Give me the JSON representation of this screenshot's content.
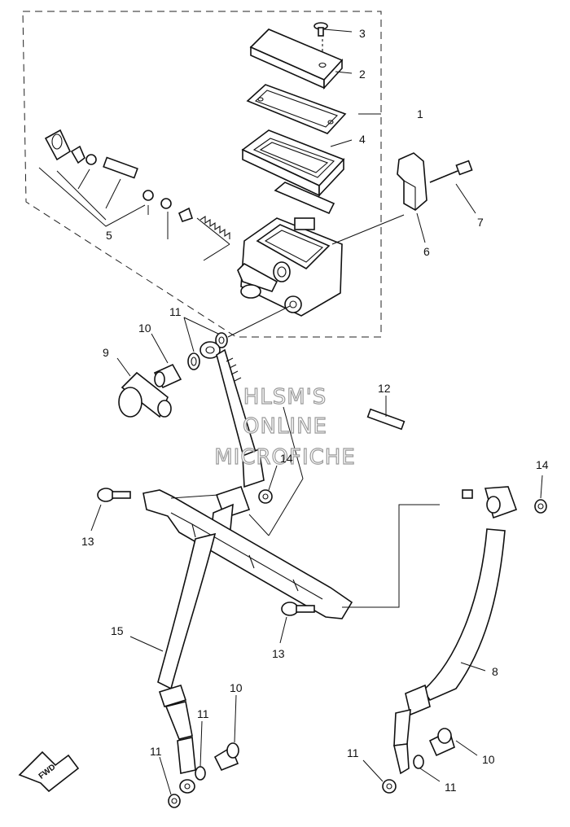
{
  "diagram": {
    "labels": {
      "p1": "1",
      "p2": "2",
      "p3": "3",
      "p4": "4",
      "p5": "5",
      "p6": "6",
      "p7": "7",
      "p8": "8",
      "p9": "9",
      "p10a": "10",
      "p10b": "10",
      "p10c": "10",
      "p11a": "11",
      "p11b": "11",
      "p11c": "11",
      "p11d": "11",
      "p11e": "11",
      "p12": "12",
      "p13a": "13",
      "p13b": "13",
      "p14a": "14",
      "p14b": "14",
      "p15": "15"
    },
    "watermark": [
      "HLSM'S",
      "ONLINE",
      "MICROFICHE"
    ],
    "fwd_badge": "FWD"
  }
}
